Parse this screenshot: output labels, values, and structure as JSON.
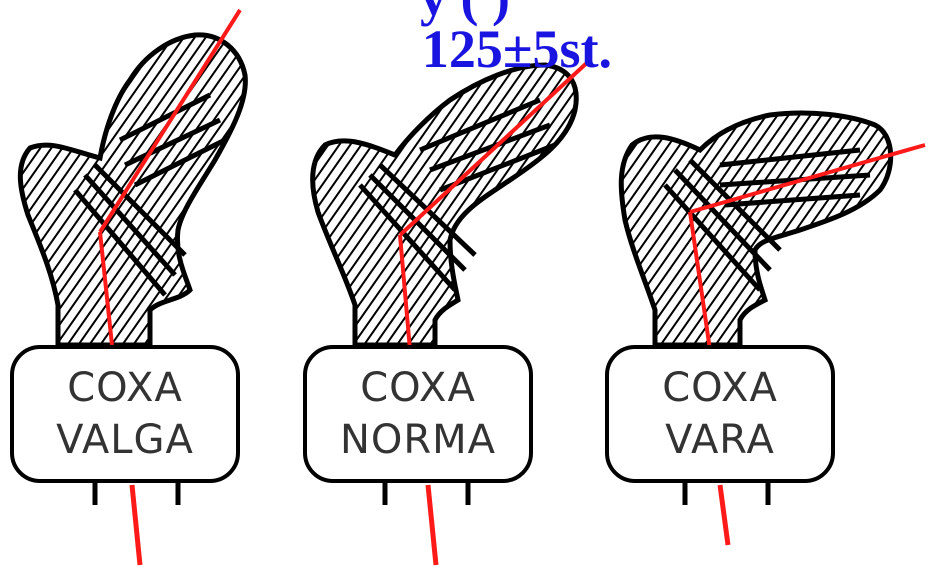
{
  "heading": {
    "top_fragment": "y  (         )",
    "angle_text": "125±5st."
  },
  "femurs": [
    {
      "id": "valga",
      "line1": "COXA",
      "line2": "VALGA"
    },
    {
      "id": "norma",
      "line1": "COXA",
      "line2": "NORMA"
    },
    {
      "id": "vara",
      "line1": "COXA",
      "line2": "VARA"
    }
  ],
  "colors": {
    "heading": "#1a14e0",
    "axis_line": "#ff1a1a",
    "outline": "#000000"
  }
}
